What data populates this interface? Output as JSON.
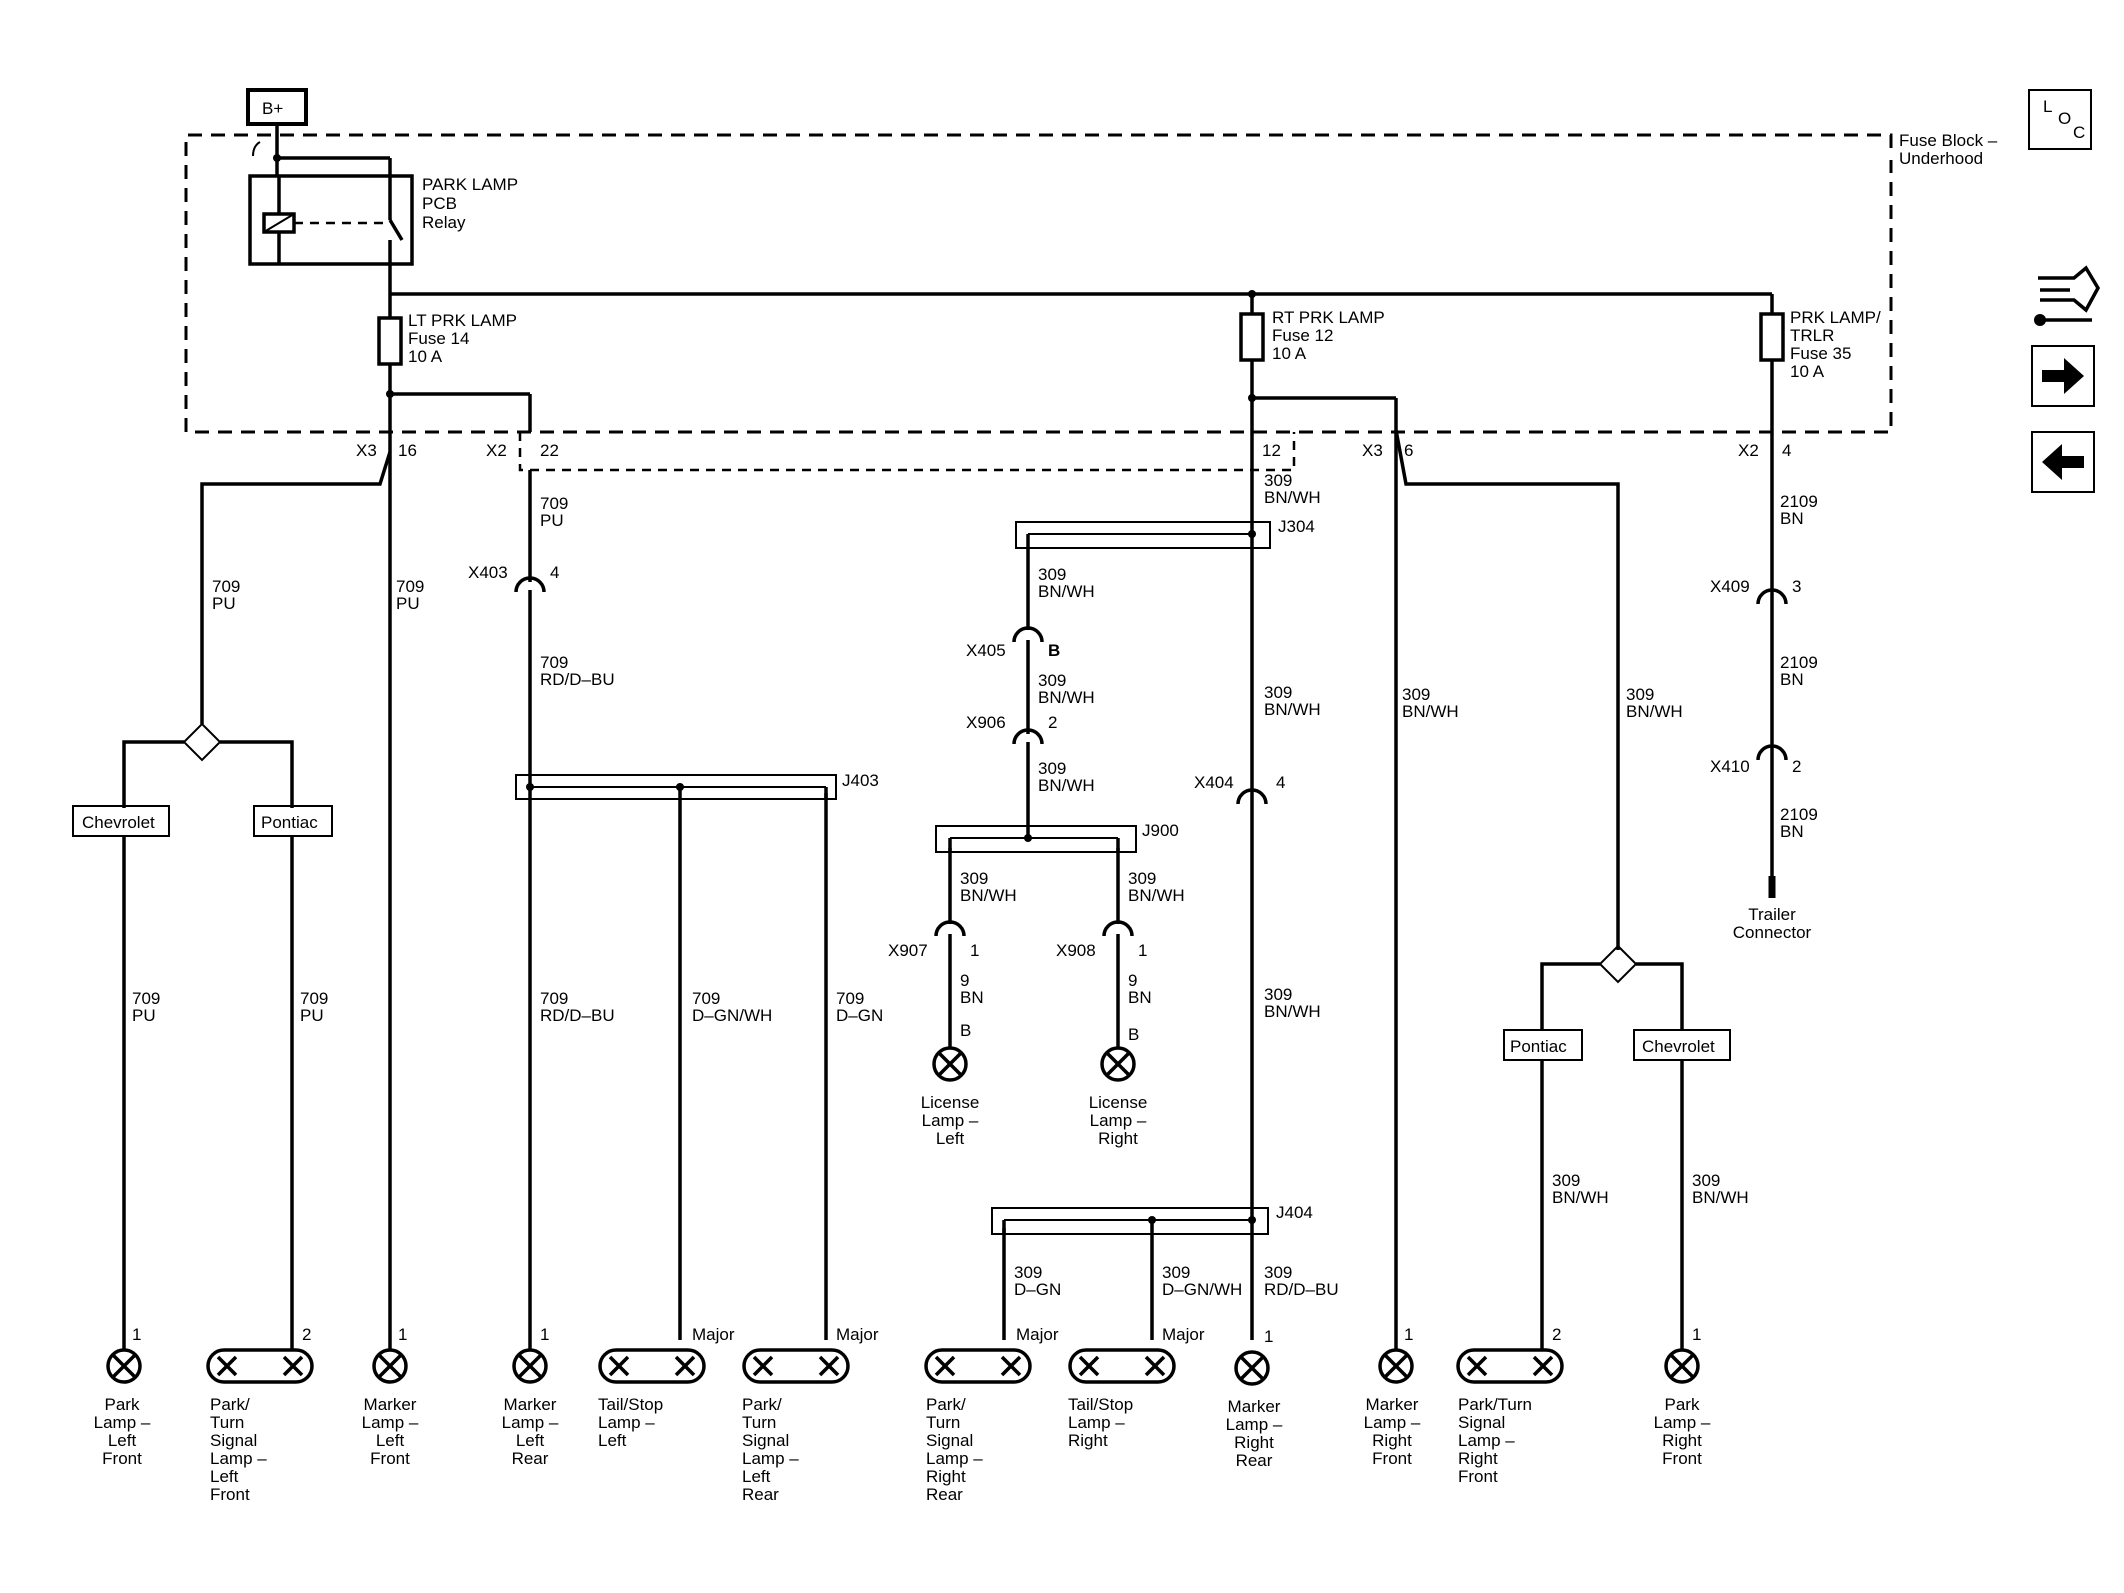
{
  "power": {
    "bplus": "B+"
  },
  "fuse_block": {
    "l1": "Fuse Block –",
    "l2": "Underhood"
  },
  "relay": {
    "l1": "PARK LAMP",
    "l2": "PCB",
    "l3": "Relay"
  },
  "fuses": {
    "lt": {
      "l1": "LT PRK LAMP",
      "l2": "Fuse 14",
      "l3": "10 A"
    },
    "rt": {
      "l1": "RT PRK LAMP",
      "l2": "Fuse 12",
      "l3": "10 A"
    },
    "tr": {
      "l1": "PRK LAMP/",
      "l2": "TRLR",
      "l3": "Fuse 35",
      "l4": "10 A"
    }
  },
  "nav": {
    "loc_l": "L",
    "loc_o": "O",
    "loc_c": "C"
  },
  "pins": {
    "x3a": "X3",
    "x3a_n": "16",
    "x2a": "X2",
    "x2a_n": "22",
    "p12": "12",
    "x3b": "X3",
    "x3b_n": "6",
    "x2b": "X2",
    "x2b_n": "4"
  },
  "conn": {
    "x403": "X403",
    "x403_n": "4",
    "x405": "X405",
    "x405_n": "B",
    "x906": "X906",
    "x906_n": "2",
    "x907": "X907",
    "x907_n": "1",
    "x908": "X908",
    "x908_n": "1",
    "x404": "X404",
    "x404_n": "4",
    "x409": "X409",
    "x409_n": "3",
    "x410": "X410",
    "x410_n": "2"
  },
  "splices": {
    "j304": "J304",
    "j403": "J403",
    "j900": "J900",
    "j404": "J404"
  },
  "options": {
    "chev": "Chevrolet",
    "pont": "Pontiac"
  },
  "wires": {
    "n709": "709",
    "n309": "309",
    "n2109": "2109",
    "n9": "9",
    "pu": "PU",
    "rd_dbu": "RD/D–BU",
    "dgn_wh": "D–GN/WH",
    "dgn": "D–GN",
    "bn_wh": "BN/WH",
    "bn": "BN"
  },
  "terms": {
    "t1": "1",
    "t2": "2",
    "major": "Major",
    "b": "B"
  },
  "trailer": {
    "l1": "Trailer",
    "l2": "Connector"
  },
  "lamps": {
    "park_lf": [
      "Park",
      "Lamp –",
      "Left",
      "Front"
    ],
    "pts_lf": [
      "Park/",
      "Turn",
      "Signal",
      "Lamp –",
      "Left",
      "Front"
    ],
    "marker_lf": [
      "Marker",
      "Lamp –",
      "Left",
      "Front"
    ],
    "marker_lr": [
      "Marker",
      "Lamp –",
      "Left",
      "Rear"
    ],
    "tail_l": [
      "Tail/Stop",
      "Lamp –",
      "Left"
    ],
    "pts_lr": [
      "Park/",
      "Turn",
      "Signal",
      "Lamp –",
      "Left",
      "Rear"
    ],
    "lic_l": [
      "License",
      "Lamp –",
      "Left"
    ],
    "lic_r": [
      "License",
      "Lamp –",
      "Right"
    ],
    "pts_rr": [
      "Park/",
      "Turn",
      "Signal",
      "Lamp –",
      "Right",
      "Rear"
    ],
    "tail_r": [
      "Tail/Stop",
      "Lamp –",
      "Right"
    ],
    "marker_rr": [
      "Marker",
      "Lamp –",
      "Right",
      "Rear"
    ],
    "marker_rf": [
      "Marker",
      "Lamp –",
      "Right",
      "Front"
    ],
    "pts_rf": [
      "Park/Turn",
      "Signal",
      "Lamp –",
      "Right",
      "Front"
    ],
    "park_rf": [
      "Park",
      "Lamp –",
      "Right",
      "Front"
    ]
  }
}
